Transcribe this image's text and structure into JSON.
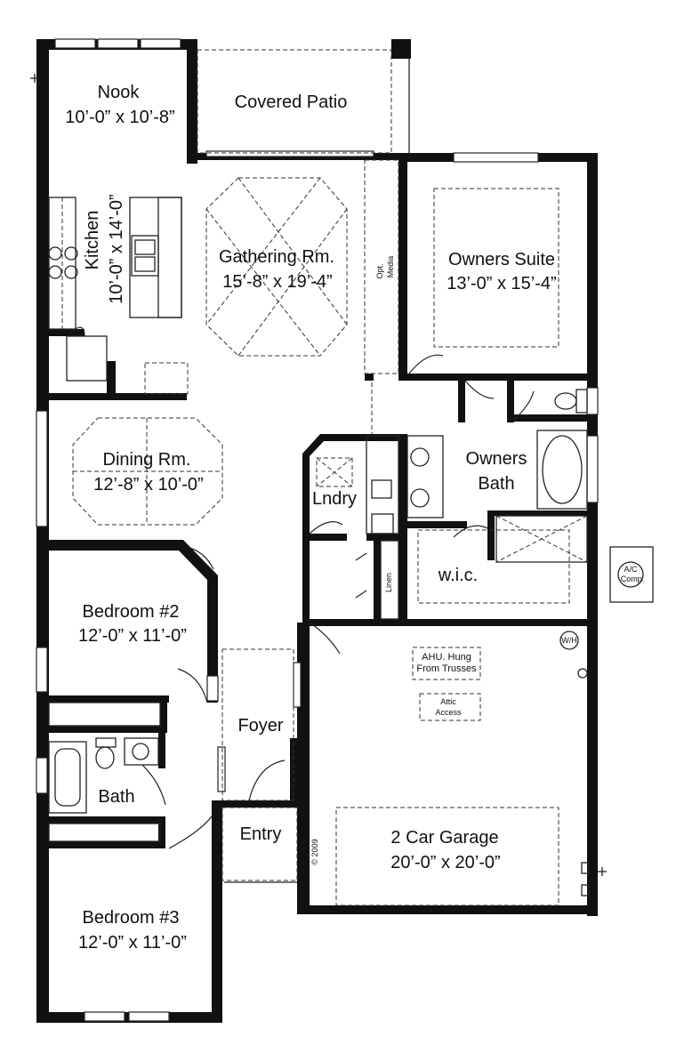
{
  "rooms": {
    "nook": {
      "name": "Nook",
      "size": "10’-0” x 10’-8”"
    },
    "covered_patio": {
      "name": "Covered Patio"
    },
    "kitchen": {
      "name": "Kitchen",
      "size": "10’-0” x 14’-0”"
    },
    "gathering": {
      "name": "Gathering Rm.",
      "size": "15’-8” x 19’-4”"
    },
    "opt_media": {
      "line1": "Opt.",
      "line2": "Media"
    },
    "owners_suite": {
      "name": "Owners Suite",
      "size": "13’-0” x 15’-4”"
    },
    "dining": {
      "name": "Dining Rm.",
      "size": "12’-8” x 10’-0”"
    },
    "owners_bath": {
      "line1": "Owners",
      "line2": "Bath"
    },
    "laundry": {
      "name": "Lndry"
    },
    "linen": {
      "name": "Linen"
    },
    "wic": {
      "name": "w.i.c."
    },
    "bedroom2": {
      "name": "Bedroom #2",
      "size": "12’-0” x 11’-0”"
    },
    "foyer": {
      "name": "Foyer"
    },
    "bath": {
      "name": "Bath"
    },
    "entry": {
      "name": "Entry"
    },
    "garage": {
      "name": "2 Car Garage",
      "size": "20’-0” x 20’-0”"
    },
    "bedroom3": {
      "name": "Bedroom #3",
      "size": "12’-0” x 11’-0”"
    }
  },
  "annotations": {
    "wh": "W/H",
    "ahu_line1": "AHU. Hung",
    "ahu_line2": "From Trusses",
    "attic_line1": "Attic",
    "attic_line2": "Access",
    "ac_line1": "A/C",
    "ac_line2": "Comp.",
    "copyright": "© 2009"
  }
}
